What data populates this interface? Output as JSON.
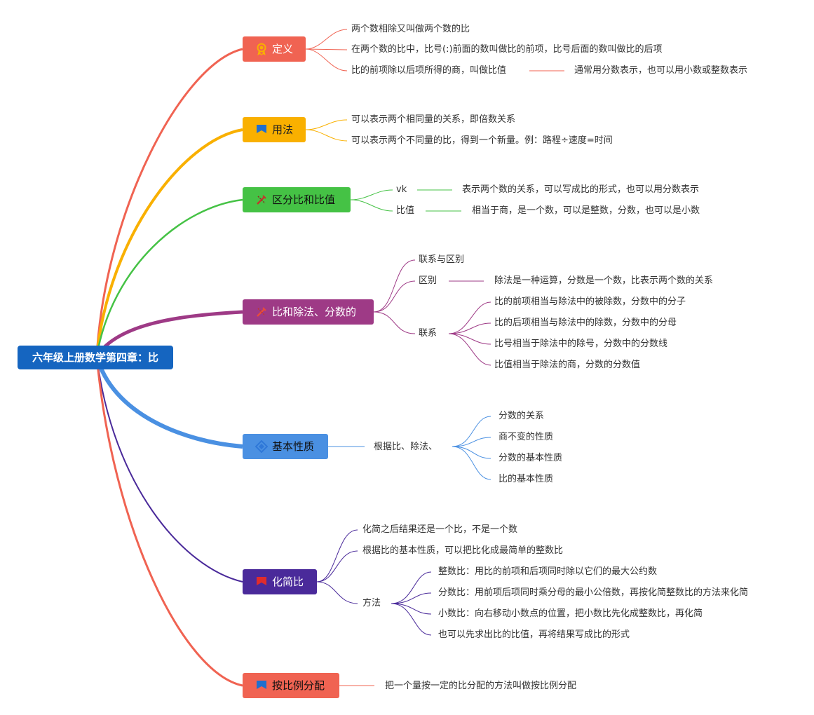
{
  "root": "六年级上册数学第四章：比",
  "colors": {
    "dingyi": "#f06352",
    "yongfa": "#f9b000",
    "qufen": "#45c245",
    "chuchu": "#9e3a86",
    "xingzhi": "#4a90e2",
    "huajian": "#4a2a9a",
    "fenpei": "#f06352"
  },
  "branches": {
    "dingyi": {
      "label": "定义",
      "icon": "award-ribbon-icon",
      "items": [
        "两个数相除又叫做两个数的比",
        "在两个数的比中，比号(:)前面的数叫做比的前项，比号后面的数叫做比的后项",
        "比的前项除以后项所得的商，叫做比值"
      ],
      "note": "通常用分数表示，也可以用小数或整数表示"
    },
    "yongfa": {
      "label": "用法",
      "icon": "blue-flag-icon",
      "items": [
        "可以表示两个相同量的关系，即倍数关系",
        "可以表示两个不同量的比，得到一个新量。例：路程÷速度=时间"
      ]
    },
    "qufen": {
      "label": "区分比和比值",
      "icon": "tools-icon",
      "rows": [
        {
          "key": "vk",
          "desc": "表示两个数的关系，可以写成比的形式，也可以用分数表示"
        },
        {
          "key": "比值",
          "desc": "相当于商，是一个数，可以是整数，分数，也可以是小数"
        }
      ]
    },
    "chuchu": {
      "label": "比和除法、分数的",
      "icon": "tools-icon",
      "relation": "联系与区别",
      "diff_key": "区别",
      "diff": "除法是一种运算，分数是一个数，比表示两个数的关系",
      "link_key": "联系",
      "links": [
        "比的前项相当与除法中的被除数，分数中的分子",
        "比的后项相当与除法中的除数，分数中的分母",
        "比号相当于除法中的除号，分数中的分数线",
        "比值相当于除法的商，分数的分数值"
      ]
    },
    "xingzhi": {
      "label": "基本性质",
      "icon": "diamond-icon",
      "basis": "根据比、除法、",
      "items": [
        "分数的关系",
        "商不变的性质",
        "分数的基本性质",
        "比的基本性质"
      ]
    },
    "huajian": {
      "label": "化简比",
      "icon": "red-flag-icon",
      "items": [
        "化简之后结果还是一个比，不是一个数",
        "根据比的基本性质，可以把比化成最简单的整数比"
      ],
      "method_key": "方法",
      "methods": [
        "整数比：用比的前项和后项同时除以它们的最大公约数",
        "分数比：用前项后项同时乘分母的最小公倍数，再按化简整数比的方法来化简",
        "小数比：向右移动小数点的位置，把小数比先化成整数比，再化简",
        "也可以先求出比的比值，再将结果写成比的形式"
      ]
    },
    "fenpei": {
      "label": "按比例分配",
      "icon": "blue-flag-icon",
      "desc": "把一个量按一定的比分配的方法叫做按比例分配"
    }
  }
}
